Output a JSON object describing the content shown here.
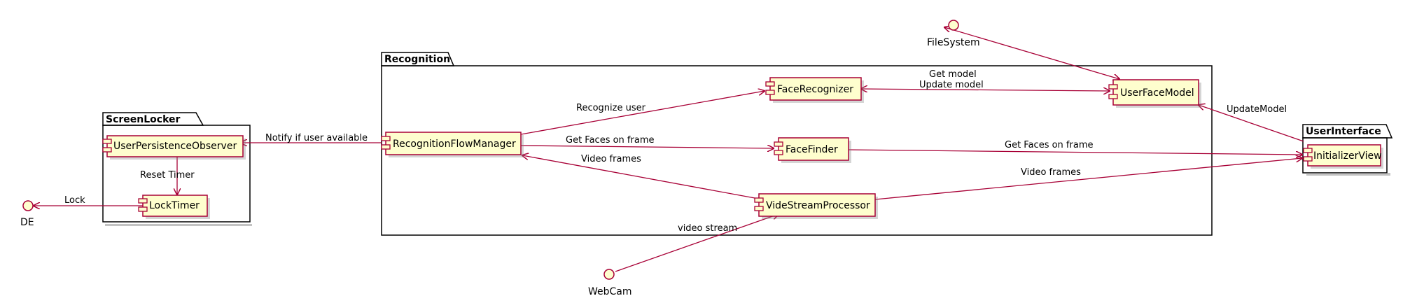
{
  "packages": [
    {
      "id": "screenlocker",
      "name": "ScreenLocker"
    },
    {
      "id": "recognition",
      "name": "Recognition"
    },
    {
      "id": "userinterface",
      "name": "UserInterface"
    }
  ],
  "components": [
    {
      "id": "user-persistence-observer",
      "label": "UserPersistenceObserver"
    },
    {
      "id": "lock-timer",
      "label": "LockTimer"
    },
    {
      "id": "recognition-flow-manager",
      "label": "RecognitionFlowManager"
    },
    {
      "id": "face-recognizer",
      "label": "FaceRecognizer"
    },
    {
      "id": "face-finder",
      "label": "FaceFinder"
    },
    {
      "id": "vide-stream-processor",
      "label": "VideStreamProcessor"
    },
    {
      "id": "user-face-model",
      "label": "UserFaceModel"
    },
    {
      "id": "initializer-view",
      "label": "InitializerView"
    }
  ],
  "interfaces": [
    {
      "id": "de",
      "label": "DE"
    },
    {
      "id": "filesystem",
      "label": "FileSystem"
    },
    {
      "id": "webcam",
      "label": "WebCam"
    }
  ],
  "edges": [
    {
      "id": "reset-timer",
      "label": "Reset Timer"
    },
    {
      "id": "lock",
      "label": "Lock"
    },
    {
      "id": "notify-user",
      "label": "Notify if user available"
    },
    {
      "id": "recognize-user",
      "label": "Recognize user"
    },
    {
      "id": "get-faces-flow",
      "label": "Get Faces on frame"
    },
    {
      "id": "video-frames-flow",
      "label": "Video frames"
    },
    {
      "id": "get-model",
      "label": "Get model"
    },
    {
      "id": "update-model-rec",
      "label": "Update model"
    },
    {
      "id": "update-model-ui",
      "label": "UpdateModel"
    },
    {
      "id": "get-faces-ui",
      "label": "Get Faces on frame"
    },
    {
      "id": "video-frames-ui",
      "label": "Video frames"
    },
    {
      "id": "video-stream",
      "label": "video stream"
    }
  ],
  "colors": {
    "component_fill": "#FEFECE",
    "border": "#A80036",
    "frame": "#000000"
  }
}
